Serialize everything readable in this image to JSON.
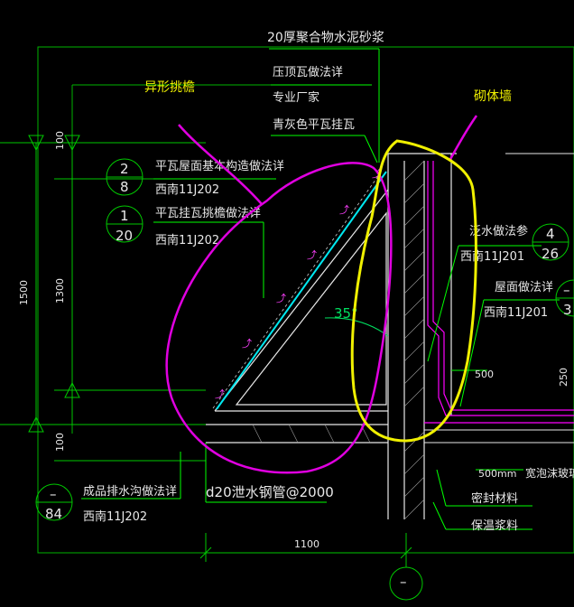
{
  "colors": {
    "background": "#000000",
    "frame": "#00c800",
    "leader": "#00ff00",
    "text": "#e8e8e8",
    "annotation_yellow": "#f0f000",
    "annotation_magenta": "#e000e0",
    "tile_cyan": "#00e8f0",
    "hatch_pink": "#ff00ff"
  },
  "annotations": {
    "odd_shaped_eave": "异形挑檐",
    "masonry_wall": "砌体墙"
  },
  "callouts": {
    "mortar": "20厚聚合物水泥砂浆",
    "ridge_tile": "压顶瓦做法详",
    "manufacturer": "专业厂家",
    "tile": "青灰色平瓦挂瓦",
    "flashing": "泛水做法参",
    "flashing_ref": "西南11J201",
    "roof": "屋面做法详",
    "roof_ref": "西南11J201",
    "sealant": "密封材料",
    "insulation": "保温浆料",
    "drain_pipe": "d20泄水钢管@2000",
    "foam_board": "宽泡沫玻璃",
    "foam_width": "500mm"
  },
  "index_symbols": {
    "roof_base": {
      "label": "平瓦屋面基本构造做法详",
      "ref": "西南11J202",
      "top": "2",
      "bottom": "8"
    },
    "eave": {
      "label": "平瓦挂瓦挑檐做法详",
      "ref": "西南11J202",
      "top": "1",
      "bottom": "20"
    },
    "gutter": {
      "label": "成品排水沟做法详",
      "ref": "西南11J202",
      "top": "–",
      "bottom": "84"
    },
    "flashing_sym": {
      "top": "4",
      "bottom": "26"
    },
    "roof_sym": {
      "top": "–",
      "bottom": "3"
    },
    "bottom_sym": {
      "top": "–"
    }
  },
  "dimensions": {
    "total_height": "1500",
    "main_height": "1300",
    "top_segment": "100",
    "bottom_segment": "100",
    "horizontal": "1100",
    "wall_dim": "500",
    "right_dim": "250",
    "angle": "35°"
  }
}
